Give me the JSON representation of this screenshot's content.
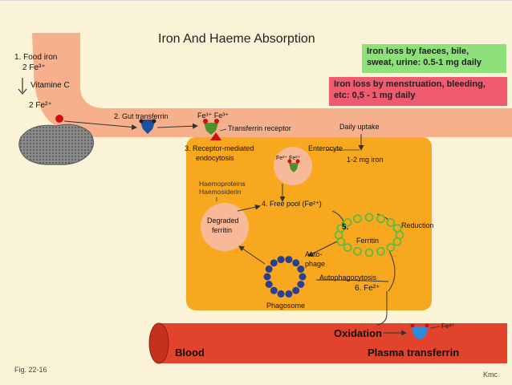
{
  "title": "Iron And Haeme Absorption",
  "loss_faeces": {
    "line1": "Iron loss by faeces, bile,",
    "line2": "sweat, urine: 0.5-1 mg daily"
  },
  "loss_menstruation": {
    "line1": "Iron loss by menstruation, bleeding,",
    "line2": "etc: 0,5 - 1 mg daily"
  },
  "steps": {
    "food_iron": "1. Food iron",
    "fe3_food": "2 Fe³⁺",
    "vitamin_c": "Vitamine C",
    "fe2": "2 Fe²⁺",
    "gut_transferrin": "2. Gut transferrin",
    "fe_pair_top": "Fe³⁺ Fe³⁺",
    "transferrin_receptor": "Transferrin receptor",
    "daily_uptake": "Daily uptake",
    "receptor_mediated_1": "3. Receptor-mediated",
    "receptor_mediated_2": "endocytosis",
    "enterocyte": "Enterocyte",
    "iron_amount": "1-2 mg iron",
    "fe_pair_vesicle": "Fe³⁺ Fe³⁺",
    "haemoproteins": "Haemoproteins",
    "haemosiderin": "Haemosiderin",
    "free_pool": "4. Free pool (Fe²⁺)",
    "degraded_1": "Degraded",
    "degraded_2": "ferritin",
    "step5": "5.",
    "ferritin": "Ferritin",
    "reduction": "Reduction",
    "autophage_1": "Auto-",
    "autophage_2": "phage",
    "autophagocytosis": "Autophagocytosis",
    "step6": "6. Fe²⁺",
    "phagosome": "Phagosome",
    "oxidation": "Oxidation",
    "fe3_blood": "Fe³⁺",
    "blood": "Blood",
    "plasma_transferrin": "Plasma transferrin"
  },
  "footer": {
    "fig": "Fig. 22-16",
    "author": "Kmc"
  },
  "colors": {
    "background": "#FBF3D7",
    "intestine": "#F6B08C",
    "enterocyte": "#F7A81F",
    "blood_vessel": "#E2432C",
    "green_box": "#8EE07A",
    "pink_box": "#EE5B6F",
    "ferritin": "#5DBB3E",
    "phagosome": "#2B3F8F"
  }
}
